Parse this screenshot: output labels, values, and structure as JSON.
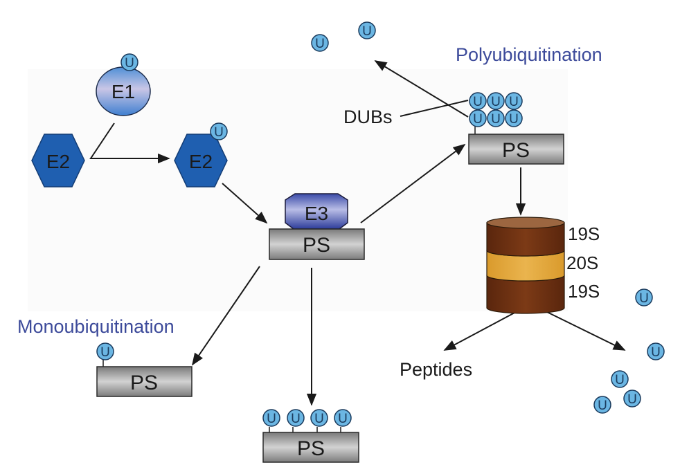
{
  "colors": {
    "ubiquitin_fill": "#6bb6e3",
    "ubiquitin_stroke": "#1a3a5c",
    "e2_fill": "#1f5fb0",
    "process_label": "#3c4a9a",
    "text": "#1a1a1a",
    "ps_light": "#c4c4c4",
    "ps_dark": "#7e7e7e",
    "cap_19s": "#6a2f12",
    "band_20s": "#e0a43a"
  },
  "labels": {
    "polyubiquitination": "Polyubiquitination",
    "monoubiquitination": "Monoubiquitination",
    "dubs": "DUBs",
    "peptides": "Peptides",
    "ubiquitin": "U"
  },
  "enzymes": {
    "e1": "E1",
    "e2_free": "E2",
    "e2_charged": "E2",
    "e3": "E3"
  },
  "substrate": "PS",
  "proteasome": {
    "top_cap": "19S",
    "core": "20S",
    "bottom_cap": "19S"
  }
}
